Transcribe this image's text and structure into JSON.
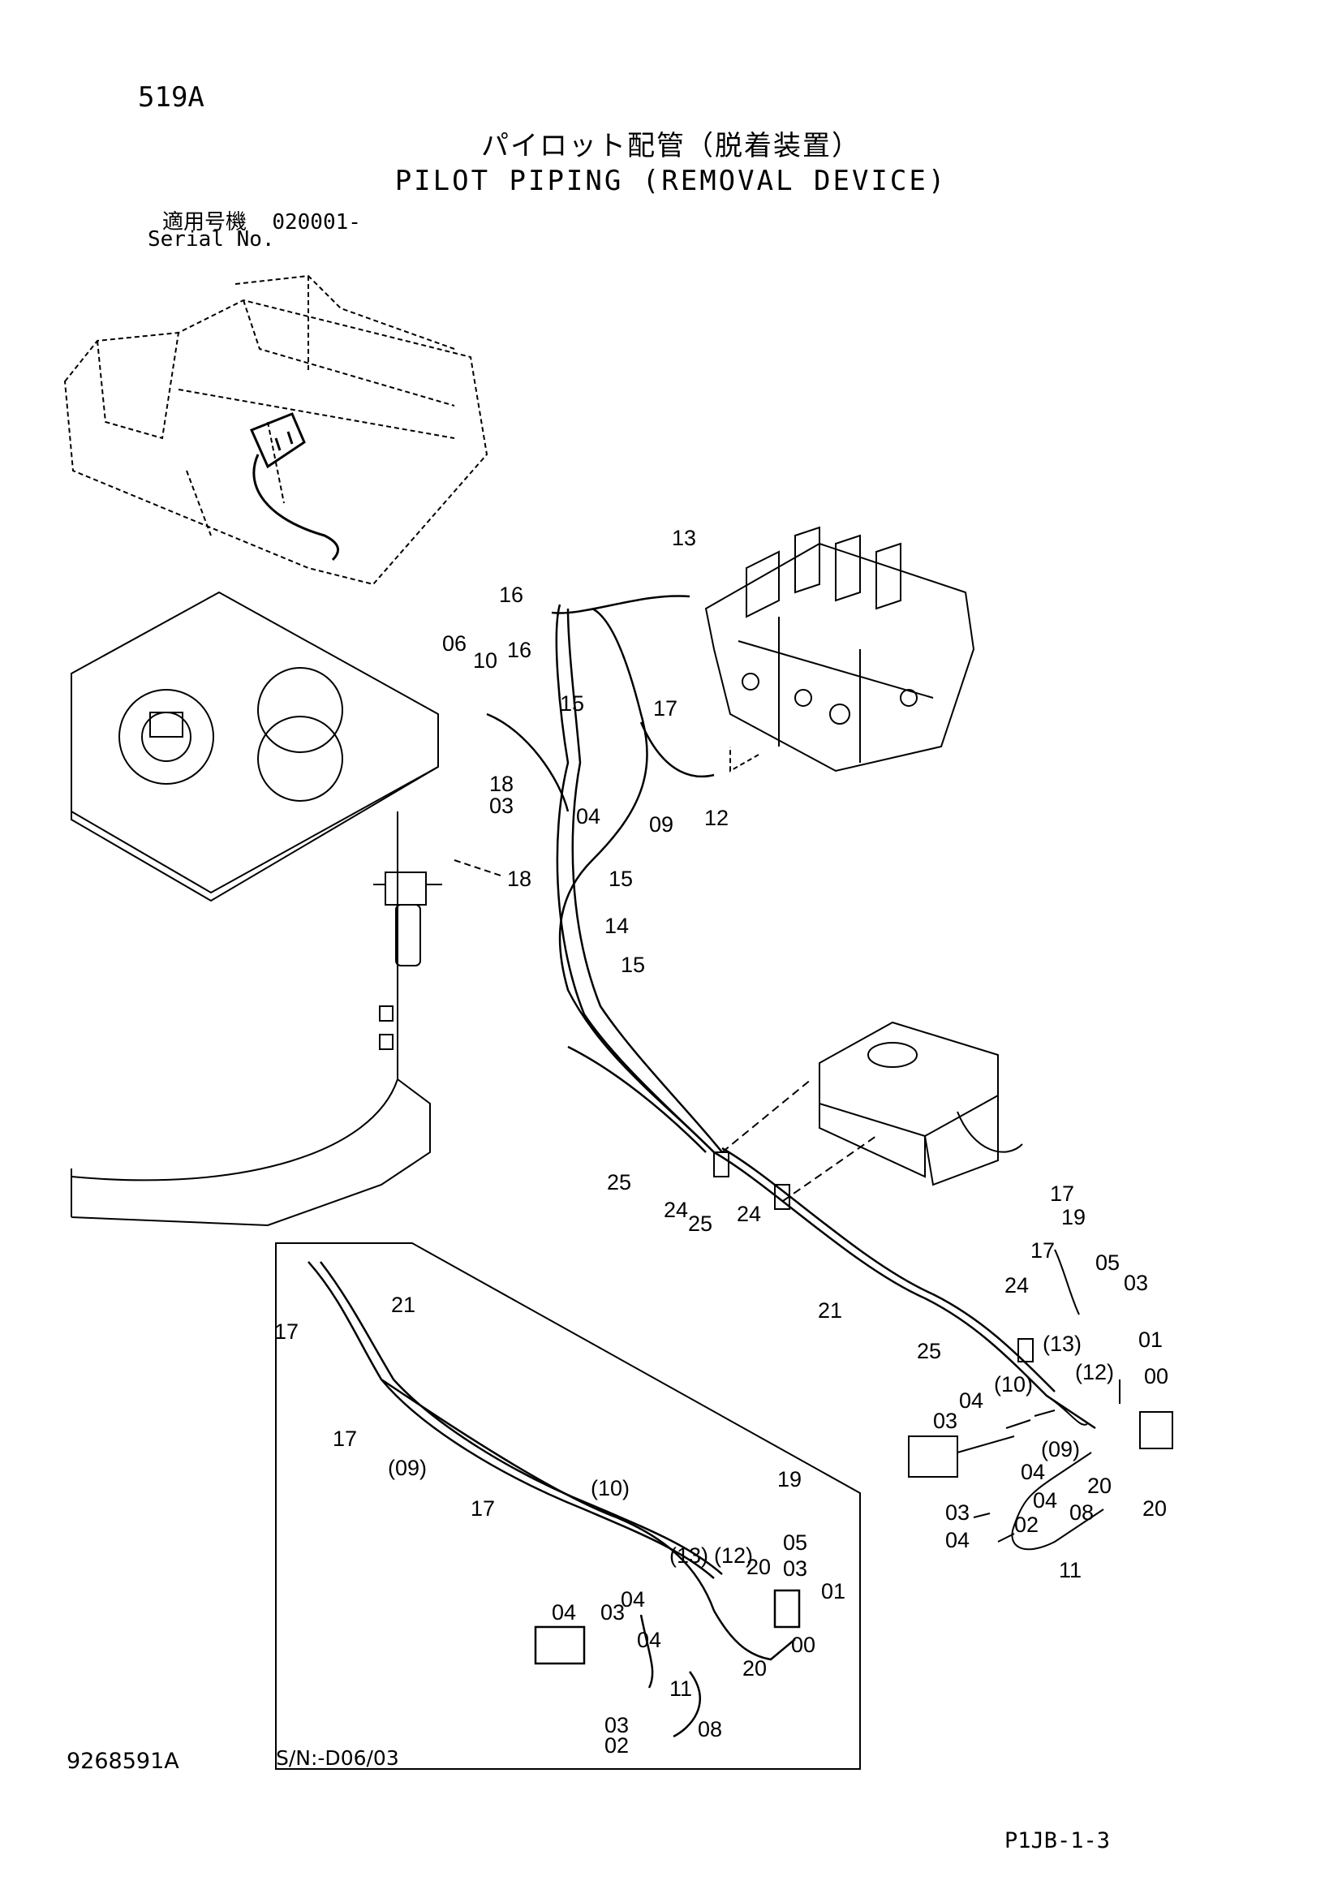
{
  "header": {
    "page_code": "519A",
    "title_jp": "パイロット配管（脱着装置）",
    "title_en": "PILOT PIPING (REMOVAL DEVICE)",
    "serial_label_jp": "適用号機",
    "serial_value": "020001-",
    "serial_label_en": "Serial No."
  },
  "inset": {
    "serial_note": "S/N:-D06/03"
  },
  "footer": {
    "drawing_number": "9268591A",
    "sheet_code": "P1JB-1-3"
  },
  "callouts": {
    "main": [
      "13",
      "16",
      "16",
      "06",
      "10",
      "15",
      "17",
      "18",
      "03",
      "04",
      "09",
      "12",
      "18",
      "15",
      "14",
      "15",
      "25",
      "24",
      "25",
      "24",
      "21",
      "17",
      "19",
      "17",
      "05",
      "03",
      "24",
      "25",
      "(13)",
      "01",
      "(12)",
      "00",
      "(10)",
      "04",
      "03",
      "04",
      "(09)",
      "04",
      "20",
      "03",
      "08",
      "20",
      "04",
      "02",
      "11"
    ],
    "inset": [
      "17",
      "21",
      "17",
      "(09)",
      "17",
      "(10)",
      "19",
      "(13)",
      "(12)",
      "05",
      "20",
      "03",
      "04",
      "01",
      "03",
      "04",
      "04",
      "00",
      "20",
      "11",
      "03",
      "08",
      "02"
    ]
  }
}
